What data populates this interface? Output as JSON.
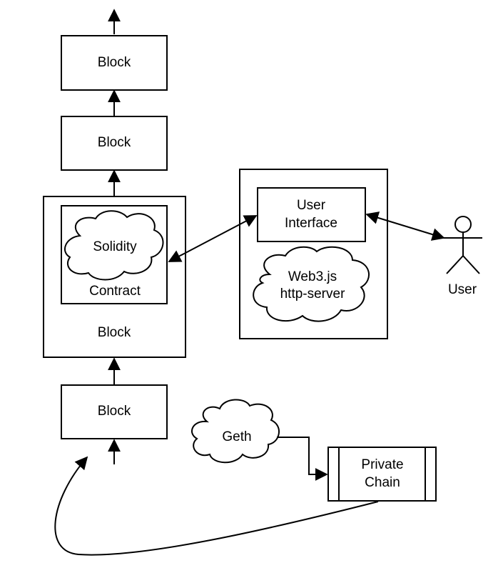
{
  "chain": {
    "block_top": "Block",
    "block_second": "Block",
    "block_contract": "Block",
    "block_bottom": "Block"
  },
  "contract": {
    "cloud_label": "Solidity",
    "label": "Contract"
  },
  "server": {
    "ui_line1": "User",
    "ui_line2": "Interface",
    "cloud_line1": "Web3.js",
    "cloud_line2": "http-server"
  },
  "actor": {
    "label": "User"
  },
  "geth": {
    "label": "Geth"
  },
  "private_chain": {
    "line1": "Private",
    "line2": "Chain"
  }
}
